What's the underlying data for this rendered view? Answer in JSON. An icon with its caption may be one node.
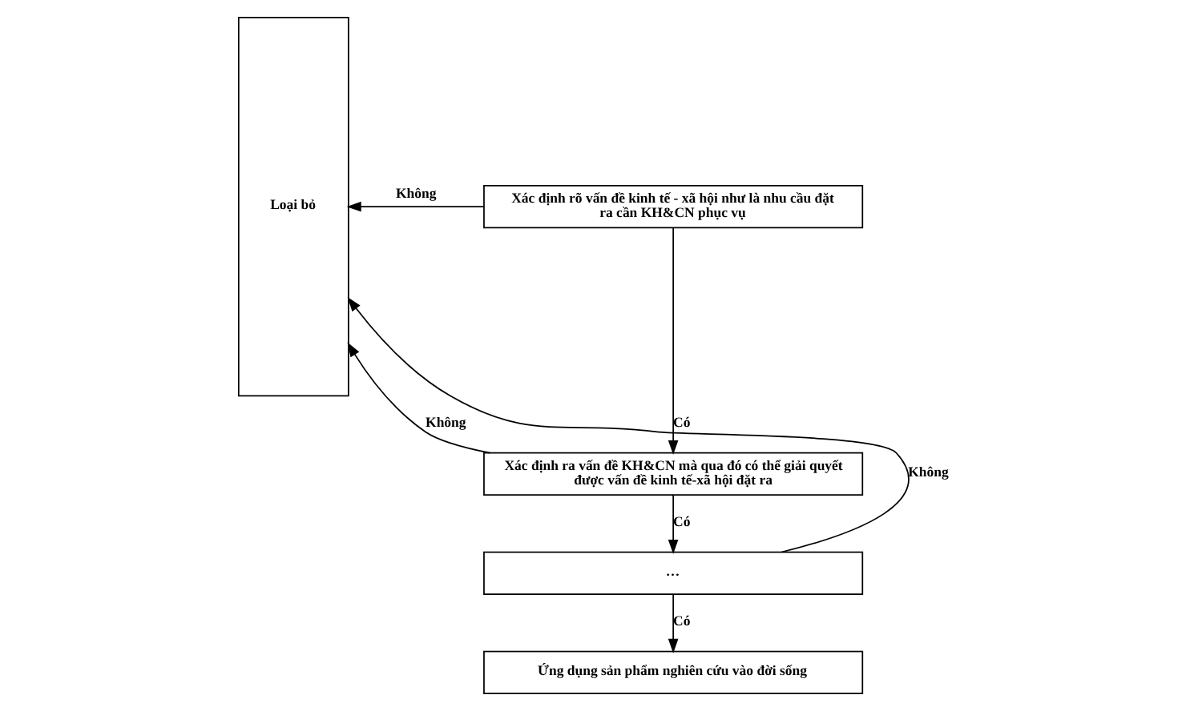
{
  "diagram": {
    "nodes": [
      {
        "text": [
          "Loại bỏ"
        ]
      },
      {
        "text": [
          "Xác định rõ vấn đề kinh tế - xã hội như là nhu cầu đặt ra cần KH&CN phục vụ"
        ]
      },
      {
        "text": [
          "Xác định ra vấn đề KH&CN mà qua đó có thể giải quyết được vấn đề kinh tế-xã hội đặt ra"
        ]
      },
      {
        "text": [
          "…"
        ]
      },
      {
        "text": [
          "Ứng dụng sản phẩm nghiên cứu vào đời sống"
        ]
      }
    ],
    "edges": [
      {
        "from": 1,
        "to": 0,
        "arrow": "to",
        "label": "Không"
      },
      {
        "from": 1,
        "to": 2,
        "arrow": "to",
        "label": "Có"
      },
      {
        "from": 2,
        "to": 0,
        "arrow": "to",
        "label": "Không"
      },
      {
        "from": 2,
        "to": 3,
        "arrow": "to",
        "label": "Có"
      },
      {
        "from": 3,
        "to": 0,
        "arrow": "to",
        "label": "Không"
      },
      {
        "from": 3,
        "to": 4,
        "arrow": "to",
        "label": "Có"
      }
    ]
  }
}
